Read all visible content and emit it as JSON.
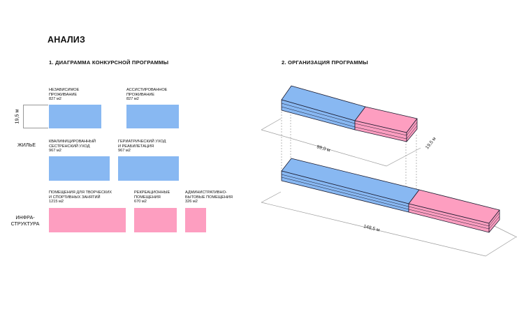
{
  "title": "АНАЛИЗ",
  "colors": {
    "living": "#88b8f2",
    "infra": "#fd9ec0",
    "line": "#1a1a2e"
  },
  "section1": {
    "heading": "1. ДИАГРАММА КОНКУРСНОЙ ПРОГРАММЫ",
    "dimension": "19,5 м",
    "living_label": "ЖИЛЬЕ",
    "infra_label": "ИНФРА-\nСТРУКТУРА",
    "blocks": [
      {
        "name": "НЕЗАВИСИМОЕ\nПРОЖИВАНИЕ",
        "area": "827 м2",
        "group": "living"
      },
      {
        "name": "АССИСТИРОВАННОЕ\nПРОЖИВАНИЕ",
        "area": "827 м2",
        "group": "living"
      },
      {
        "name": "КВАЛИФИЦИРОВАННЫЙ\nСЕСТРЕНСКИЙ УХОД",
        "area": "967 м2",
        "group": "living"
      },
      {
        "name": "ГЕРИАТРИЧЕСКИЙ УХОД\nИ РЕАБИЛЕТАЦИЯ",
        "area": "967 м2",
        "group": "living"
      },
      {
        "name": "ПОМЕЩЕНИЯ ДЛЯ ТВОРЧЕСКИХ\nИ СПОРТИВНЫХ ЗАНЯТИЙ",
        "area": "1215 м2",
        "group": "infra"
      },
      {
        "name": "РЕКРЕАЦИОННЫЕ\nПОМЕЩЕНИЯ",
        "area": "670 м2",
        "group": "infra"
      },
      {
        "name": "АДМИНИСТРАТИВНО-\nБЫТОВЫЕ ПОМЕЩЕНИЯ",
        "area": "326 м2",
        "group": "infra"
      }
    ]
  },
  "section2": {
    "heading": "2. ОРГАНИЗАЦИЯ ПРОГРАММЫ",
    "width_label": "19,5 м",
    "length_short": "99,0 м",
    "length_long": "148,5 м"
  }
}
